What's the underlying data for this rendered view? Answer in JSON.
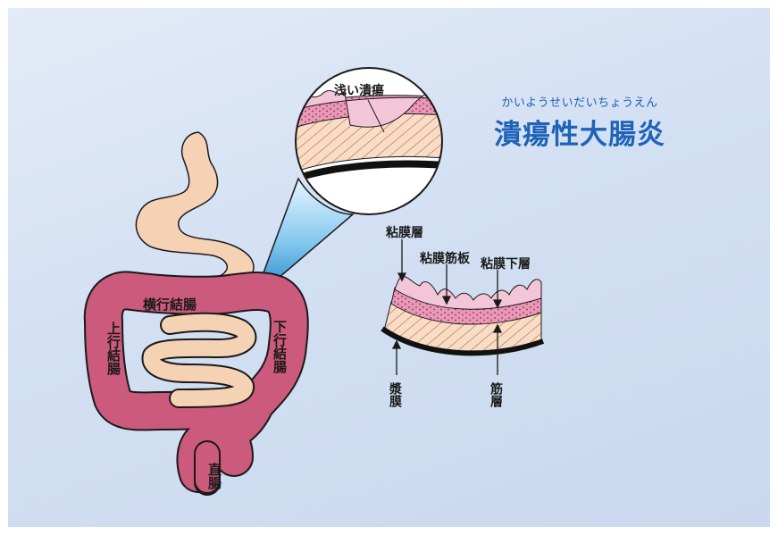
{
  "title": "潰瘍性大腸炎",
  "title_reading": "かいようせいだいちょうえん",
  "colors": {
    "background": "#d6e2f3",
    "title": "#1f63b8",
    "intestine": "#cc5a7d",
    "stomach": "#f6d2b5",
    "mucosa": "#e597b7"
  },
  "labels": {
    "ulcer": "浅い潰瘍",
    "transverse_colon": "横行結腸",
    "ascending_colon": "上行結腸",
    "descending_colon": "下行結腸",
    "rectum": "直腸",
    "mucosa": "粘膜層",
    "muscularis_mucosae": "粘膜筋板",
    "submucosa": "粘膜下層",
    "serosa": "漿膜",
    "muscle_layer": "筋層"
  }
}
